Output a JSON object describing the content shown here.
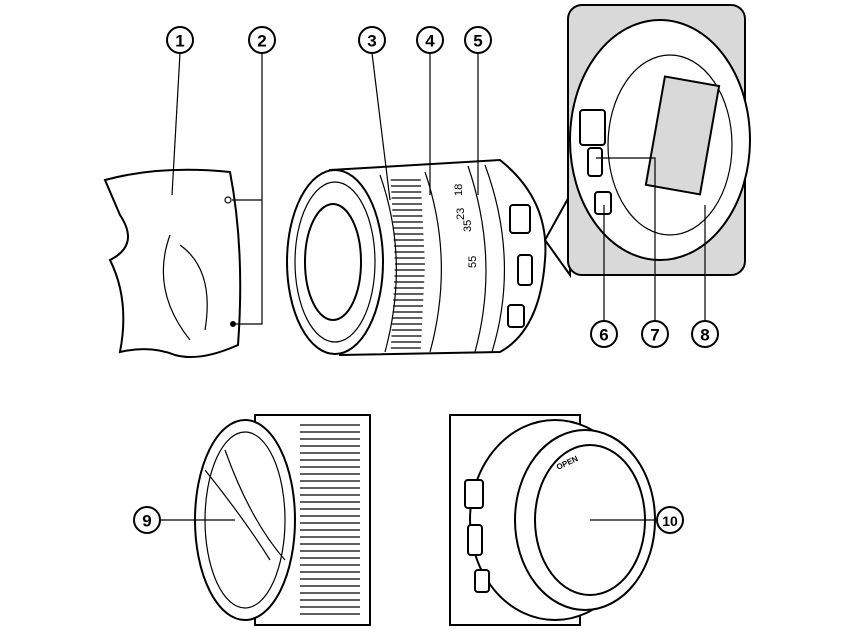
{
  "callouts": [
    "1",
    "2",
    "3",
    "4",
    "5",
    "6",
    "7",
    "8",
    "9",
    "10"
  ],
  "focal_marks": [
    "18",
    "23",
    "35",
    "55"
  ],
  "rear_cap_label": "OPEN"
}
